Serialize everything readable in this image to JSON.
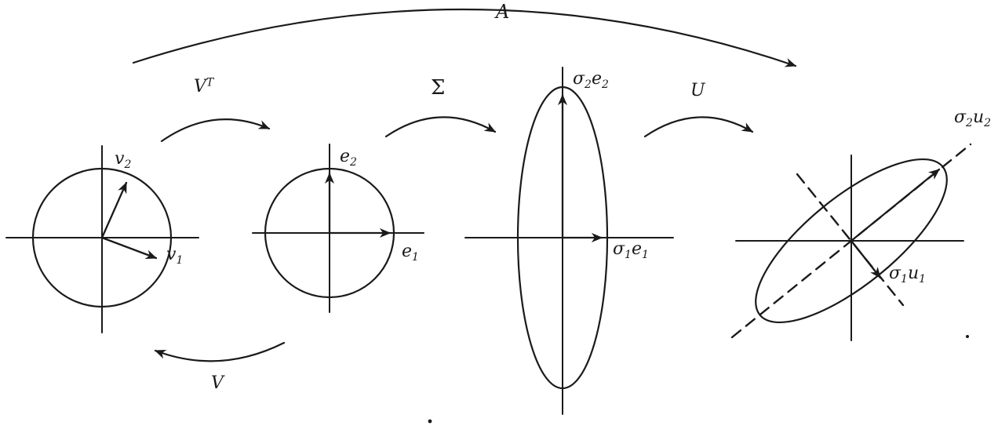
{
  "colors": {
    "ink": "#1a1a1a",
    "background": "#ffffff"
  },
  "labels": {
    "A": "A",
    "VT": {
      "base": "V",
      "sup": "T"
    },
    "Sigma": "Σ",
    "U": "U",
    "V": "V",
    "v2": {
      "base": "v",
      "sub": "2"
    },
    "v1": {
      "base": "v",
      "sub": "1"
    },
    "e2": {
      "base": "e",
      "sub": "2"
    },
    "e1": {
      "base": "e",
      "sub": "1"
    },
    "s2e2": {
      "sigma": "σ",
      "sigmaSub": "2",
      "base": "e",
      "sub": "2"
    },
    "s1e1": {
      "sigma": "σ",
      "sigmaSub": "1",
      "base": "e",
      "sub": "1"
    },
    "s2u2": {
      "sigma": "σ",
      "sigmaSub": "2",
      "base": "u",
      "sub": "2"
    },
    "s1u1": {
      "sigma": "σ",
      "sigmaSub": "1",
      "base": "u",
      "sub": "1"
    }
  }
}
